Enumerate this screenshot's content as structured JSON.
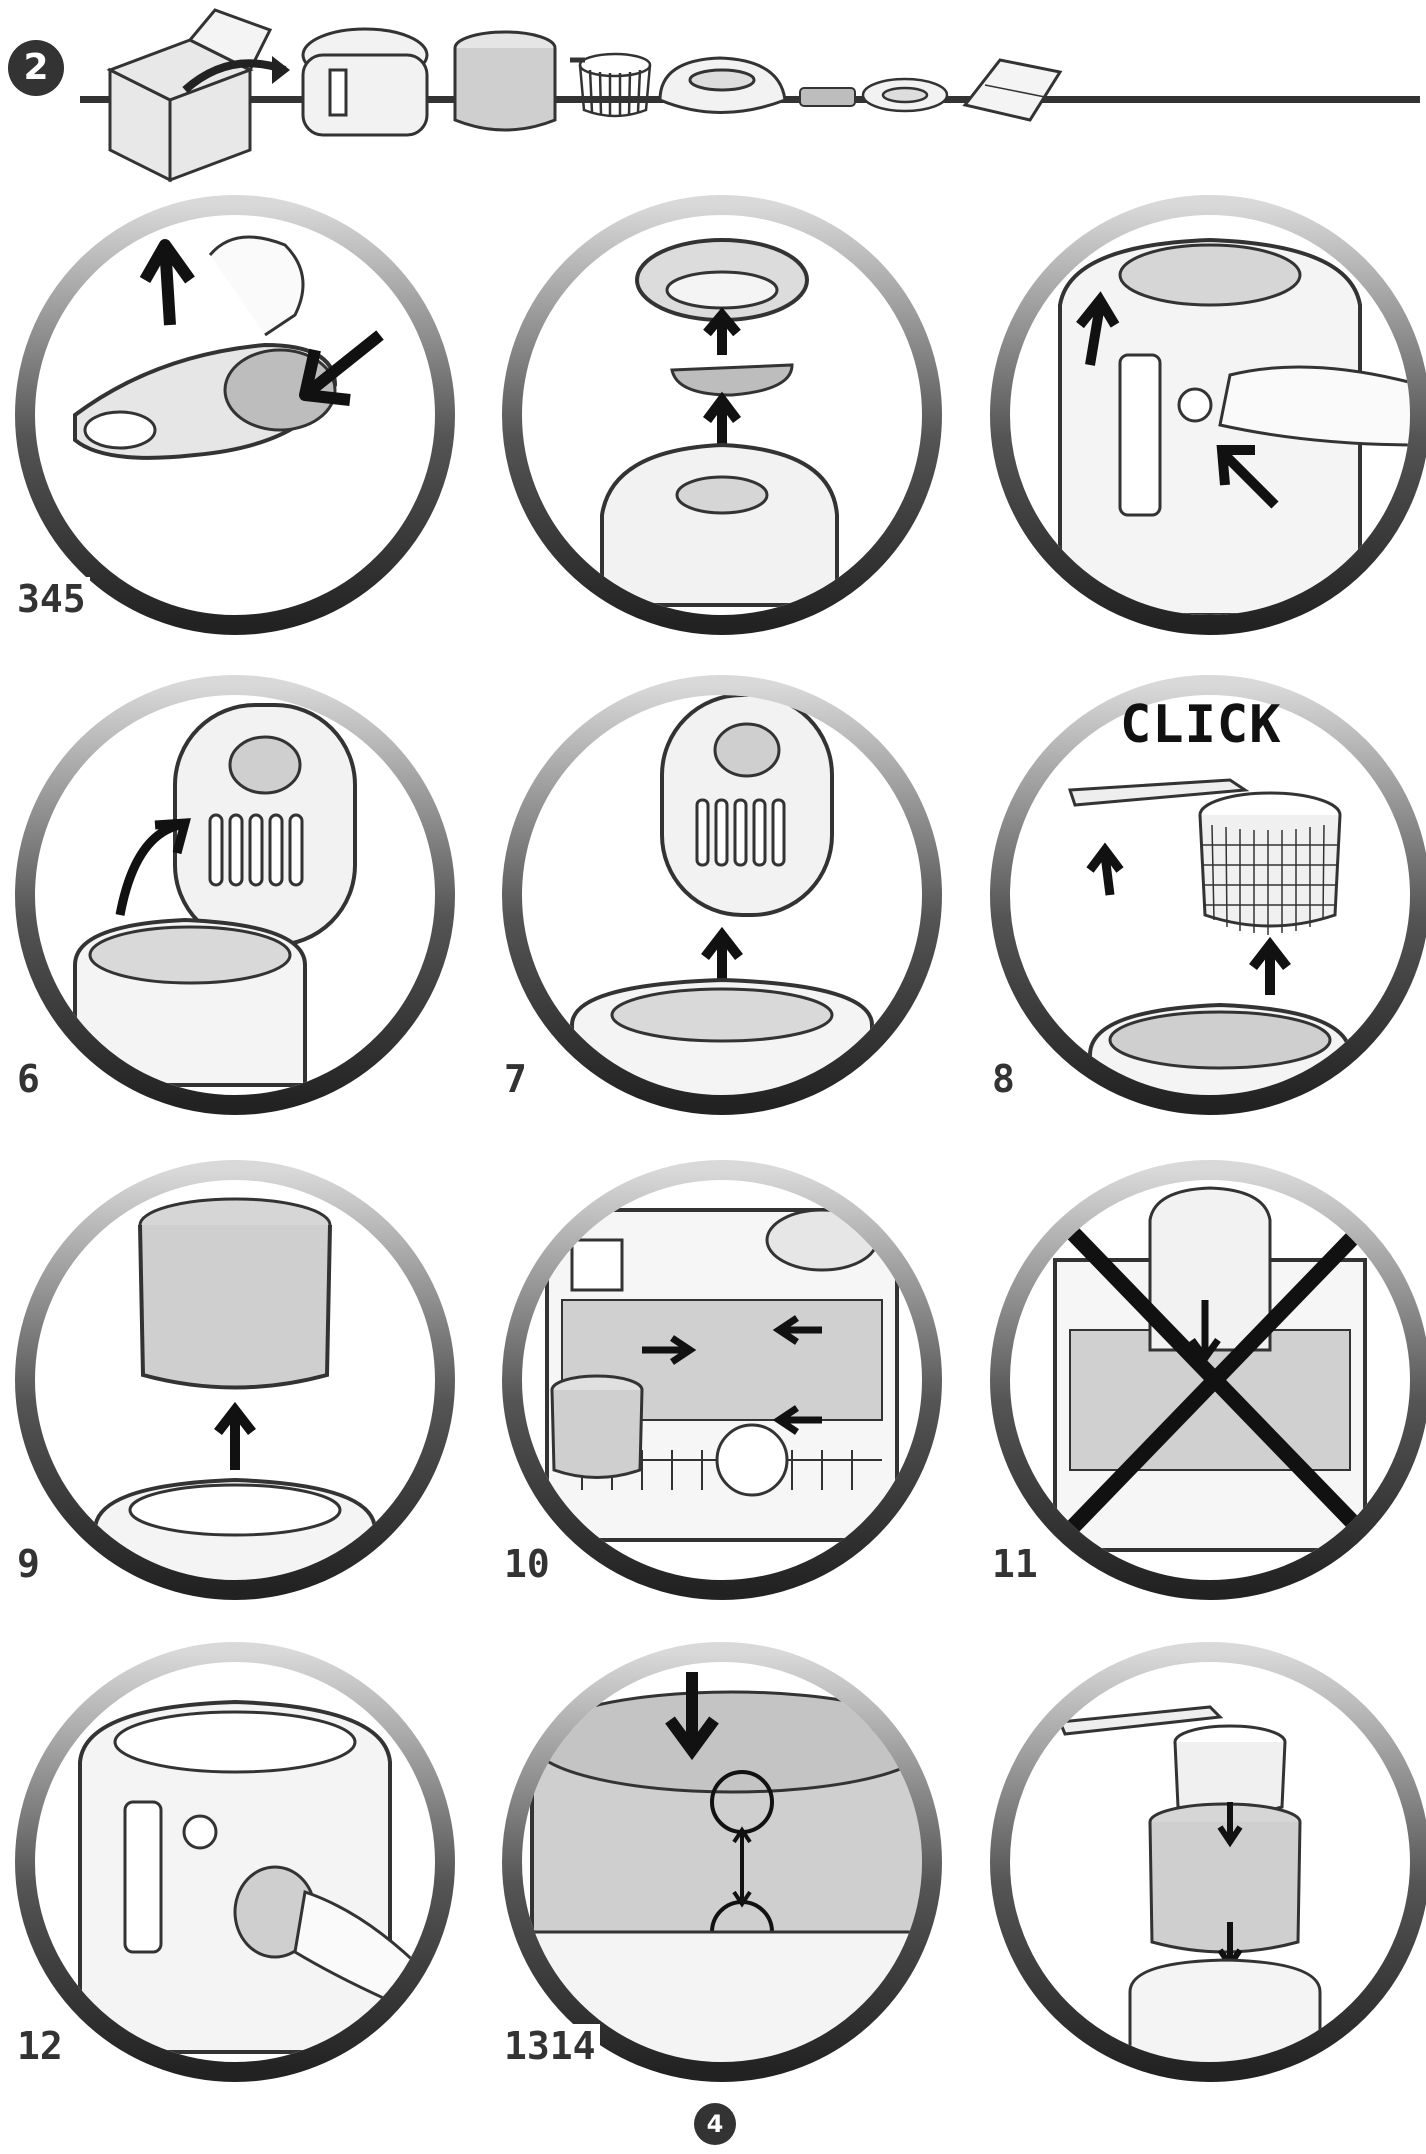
{
  "header": {
    "step_number": "2"
  },
  "panels": [
    {
      "label": "345"
    },
    {
      "label": ""
    },
    {
      "label": ""
    },
    {
      "label": "6"
    },
    {
      "label": "7"
    },
    {
      "label": "8",
      "callout": "CLICK"
    },
    {
      "label": "9"
    },
    {
      "label": "10"
    },
    {
      "label": "11"
    },
    {
      "label": "12"
    },
    {
      "label": "1314"
    },
    {
      "label": ""
    }
  ],
  "page": {
    "number": "4"
  },
  "colors": {
    "ink": "#333333",
    "ring_light": "#d9d9d9",
    "ring_dark": "#222222",
    "fill_grey": "#cfcfcf"
  }
}
